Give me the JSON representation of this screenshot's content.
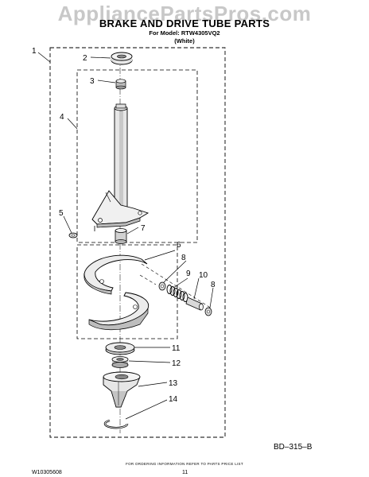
{
  "header": {
    "watermark": "AppliancePartsPros.com",
    "title": "BRAKE AND DRIVE TUBE PARTS",
    "model_line": "For Model: RTW4305VQ2",
    "color_line": "(White)"
  },
  "callouts": {
    "c1": "1",
    "c2": "2",
    "c3": "3",
    "c4": "4",
    "c5": "5",
    "c6": "6",
    "c7": "7",
    "c8a": "8",
    "c9": "9",
    "c10": "10",
    "c8b": "8",
    "c11": "11",
    "c12": "12",
    "c13": "13",
    "c14": "14"
  },
  "footer": {
    "diagram_code": "BD–315–B",
    "order_note": "FOR ORDERING INFORMATION REFER TO PARTS PRICE LIST",
    "doc_number": "W10305608",
    "page_number": "11"
  }
}
